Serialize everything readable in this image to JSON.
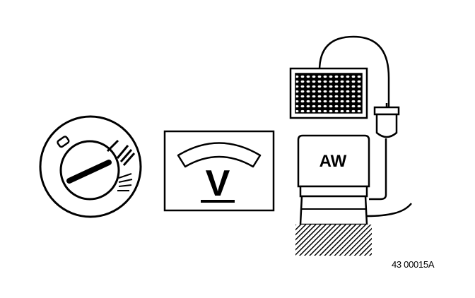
{
  "figure": {
    "voltmeter_symbol": "V",
    "tester_label": "AW",
    "reference_code": "43 00015A"
  },
  "colors": {
    "ink": "#000000",
    "paper": "#ffffff"
  },
  "icons": [
    "ignition-switch-icon",
    "voltmeter-icon",
    "tester-icon",
    "test-lamp-icon",
    "probe-cable-icon"
  ]
}
